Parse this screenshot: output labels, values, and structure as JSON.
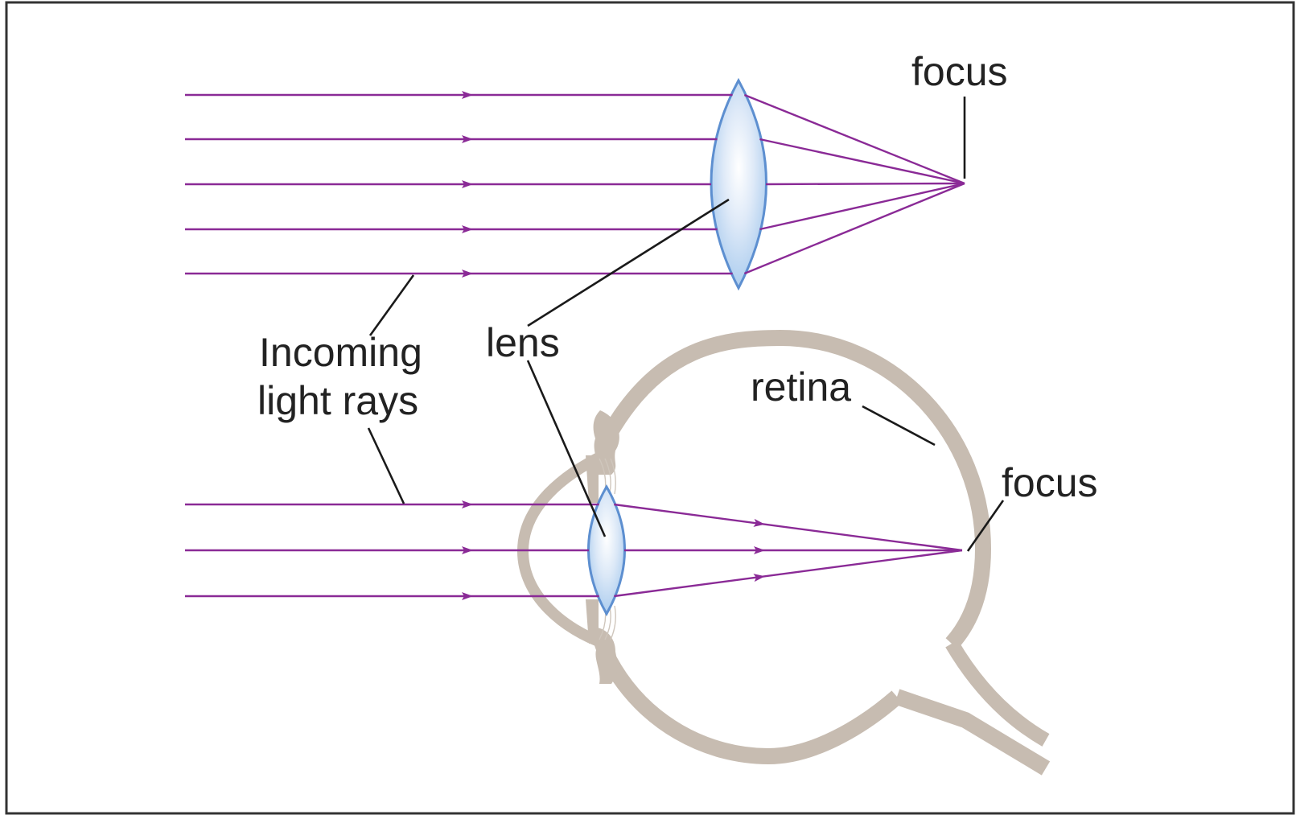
{
  "labels": {
    "focus_top": "focus",
    "incoming_line1": "Incoming",
    "incoming_line2": "light rays",
    "lens": "lens",
    "retina": "retina",
    "focus_eye": "focus"
  },
  "colors": {
    "ray": "#8a2a96",
    "lens_fill": "#a9cbee",
    "lens_edge": "#5d8fd0",
    "eye_wall": "#c7bcb1",
    "frame": "#333333",
    "text": "#222222"
  },
  "icons": {
    "ray_arrowhead": "arrowhead-icon"
  }
}
